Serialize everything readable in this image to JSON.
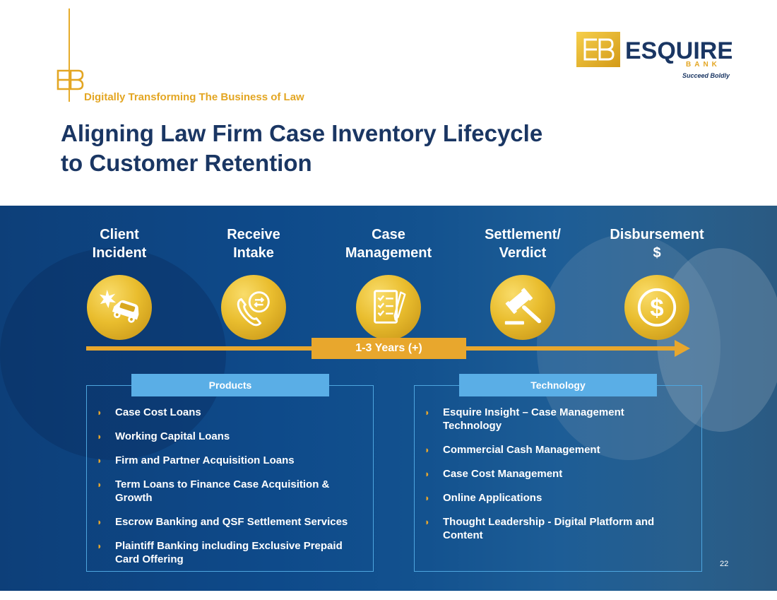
{
  "tagline": "Digitally Transforming The Business of Law",
  "logo": {
    "name": "ESQUIRE",
    "sub": "BANK",
    "slogan": "Succeed Boldly"
  },
  "title_line1": "Aligning Law Firm Case Inventory Lifecycle",
  "title_line2": "to Customer Retention",
  "stages": [
    {
      "line1": "Client",
      "line2": "Incident",
      "icon": "car-crash-icon"
    },
    {
      "line1": "Receive",
      "line2": "Intake",
      "icon": "phone-call-icon"
    },
    {
      "line1": "Case",
      "line2": "Management",
      "icon": "checklist-icon"
    },
    {
      "line1": "Settlement/",
      "line2": "Verdict",
      "icon": "gavel-icon"
    },
    {
      "line1": "Disbursement",
      "line2": "$",
      "icon": "dollar-coin-icon"
    }
  ],
  "timeline_label": "1-3 Years (+)",
  "products": {
    "header": "Products",
    "items": [
      "Case Cost Loans",
      "Working Capital Loans",
      "Firm and Partner Acquisition Loans",
      "Term Loans to Finance Case Acquisition & Growth",
      "Escrow Banking and QSF Settlement Services",
      "Plaintiff Banking including Exclusive Prepaid Card Offering"
    ]
  },
  "technology": {
    "header": "Technology",
    "items": [
      "Esquire Insight – Case Management Technology",
      "Commercial Cash Management",
      "Case Cost Management",
      "Online Applications",
      "Thought Leadership - Digital Platform and Content"
    ]
  },
  "page_number": "22",
  "colors": {
    "navy": "#1a3663",
    "gold": "#e8a72d",
    "light_blue": "#5aaee6",
    "panel_blue": "#0e4a8a"
  }
}
